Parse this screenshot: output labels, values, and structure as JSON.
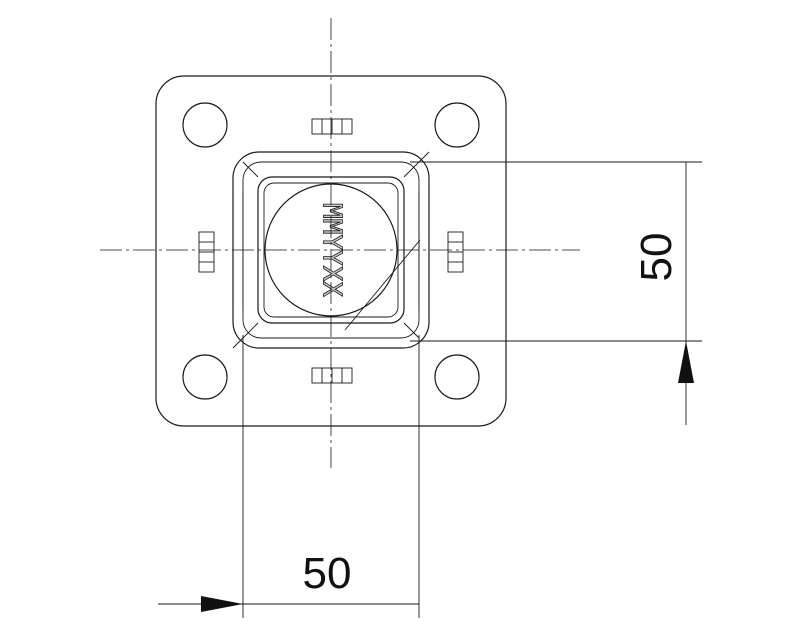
{
  "drawing": {
    "stamp_text": "MMYYXX",
    "dimensions": [
      {
        "value": "50",
        "orientation": "horizontal"
      },
      {
        "value": "50",
        "orientation": "vertical"
      }
    ]
  },
  "colors": {
    "plate_fill": "#ececec",
    "tube_fill": "#e4e4e4",
    "cap_fill": "#d2d2d2",
    "line": "#1a1a1a"
  }
}
